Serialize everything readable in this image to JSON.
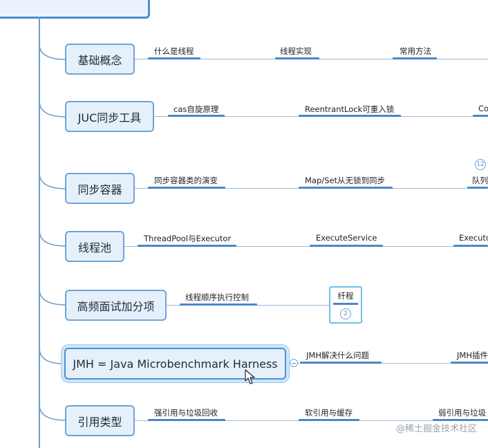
{
  "mindmap": {
    "branches": [
      {
        "label": "基础概念",
        "children": [
          "什么是线程",
          "线程实现",
          "常用方法"
        ]
      },
      {
        "label": "JUC同步工具",
        "children": [
          "cas自旋原理",
          "ReentrantLock可重入锁",
          "Co"
        ]
      },
      {
        "label": "同步容器",
        "children": [
          "同步容器类的演变",
          "Map/Set从无锁到同步",
          "队列"
        ],
        "badge": "12"
      },
      {
        "label": "线程池",
        "children": [
          "ThreadPool与Executor",
          "ExecuteService",
          "Executo"
        ]
      },
      {
        "label": "高频面试加分项",
        "children": [
          "线程顺序执行控制",
          "纤程"
        ],
        "badge": "2"
      },
      {
        "label": "JMH = Java Microbenchmark Harness",
        "children": [
          "JMH解决什么问题",
          "JMH插件"
        ]
      },
      {
        "label": "引用类型",
        "children": [
          "强引用与垃圾回收",
          "软引用与缓存",
          "弱引用与垃圾"
        ]
      }
    ]
  },
  "watermark": "@稀土掘金技术社区",
  "colors": {
    "accent": "#4a86c8",
    "node_bg": "#e6f0fa",
    "node_border": "#6fa3d6",
    "selected_glow": "#cfe6f8"
  }
}
